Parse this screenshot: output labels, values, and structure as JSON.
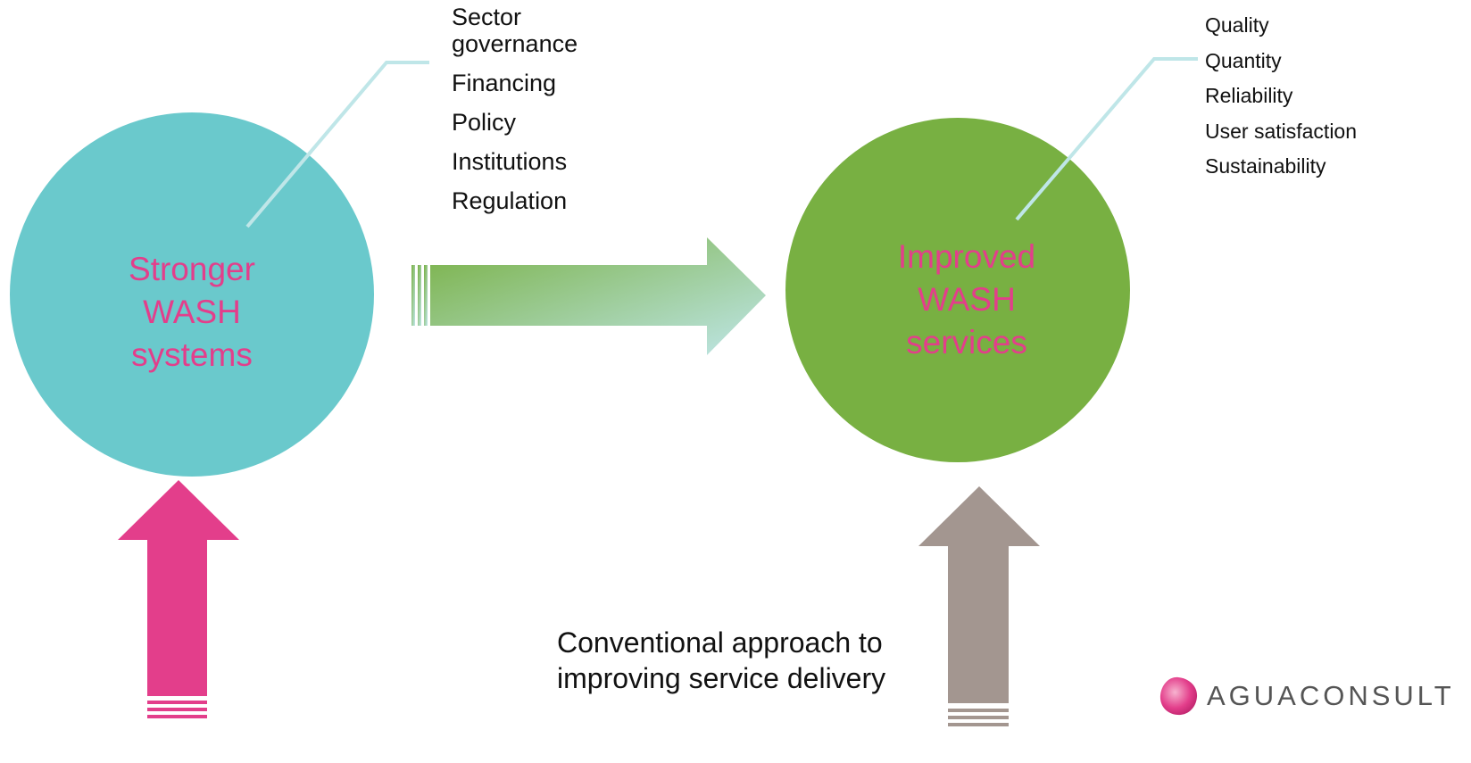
{
  "left_node": {
    "label": "Stronger\nWASH\nsystems",
    "color": "#6ac9cc",
    "details": [
      "Sector\ngovernance",
      "Financing",
      "Policy",
      "Institutions",
      "Regulation"
    ]
  },
  "right_node": {
    "label": "Improved\nWASH\nservices",
    "color": "#78b042",
    "details": [
      "Quality",
      "Quantity",
      "Reliability",
      "User satisfaction",
      "Sustainability"
    ]
  },
  "caption": "Conventional approach to\nimproving service delivery",
  "logo": {
    "text": "AGUACONSULT",
    "color": "#e33e8b"
  },
  "colors": {
    "label_text": "#e33e8b",
    "callout_line": "#bfe6e8",
    "horizontal_arrow_start": "#78b042",
    "horizontal_arrow_end": "#bfe6e8",
    "left_up_arrow": "#e33e8b",
    "right_up_arrow": "#a39690"
  },
  "icons": {
    "connector": "striped-block-arrow-right",
    "left_input": "striped-block-arrow-up",
    "right_input": "striped-block-arrow-up",
    "logo_mark": "pink-watercolor-blob"
  }
}
